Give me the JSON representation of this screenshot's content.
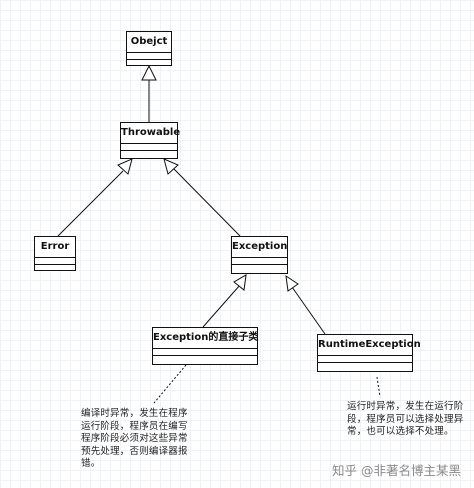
{
  "classes": {
    "object": "Obejct",
    "throwable": "Throwable",
    "error": "Error",
    "exception": "Exception",
    "checked": "Exception的直接子类",
    "runtime": "RuntimeException"
  },
  "notes": {
    "checked_lines": [
      "编译时异常，发生在程序",
      "运行阶段，程序员在编写",
      "程序阶段必须对这些异常",
      "预先处理，否则编译器报",
      "错。"
    ],
    "runtime_lines": [
      "运行时异常，发生在运行阶",
      "段，程序员可以选择处理异",
      "常，也可以选择不处理。"
    ]
  },
  "watermark": "知乎 @非著名博主某黑",
  "colors": {
    "line": "#111111",
    "grid": "#eef3f7",
    "watermark": "#8a8a8a"
  }
}
